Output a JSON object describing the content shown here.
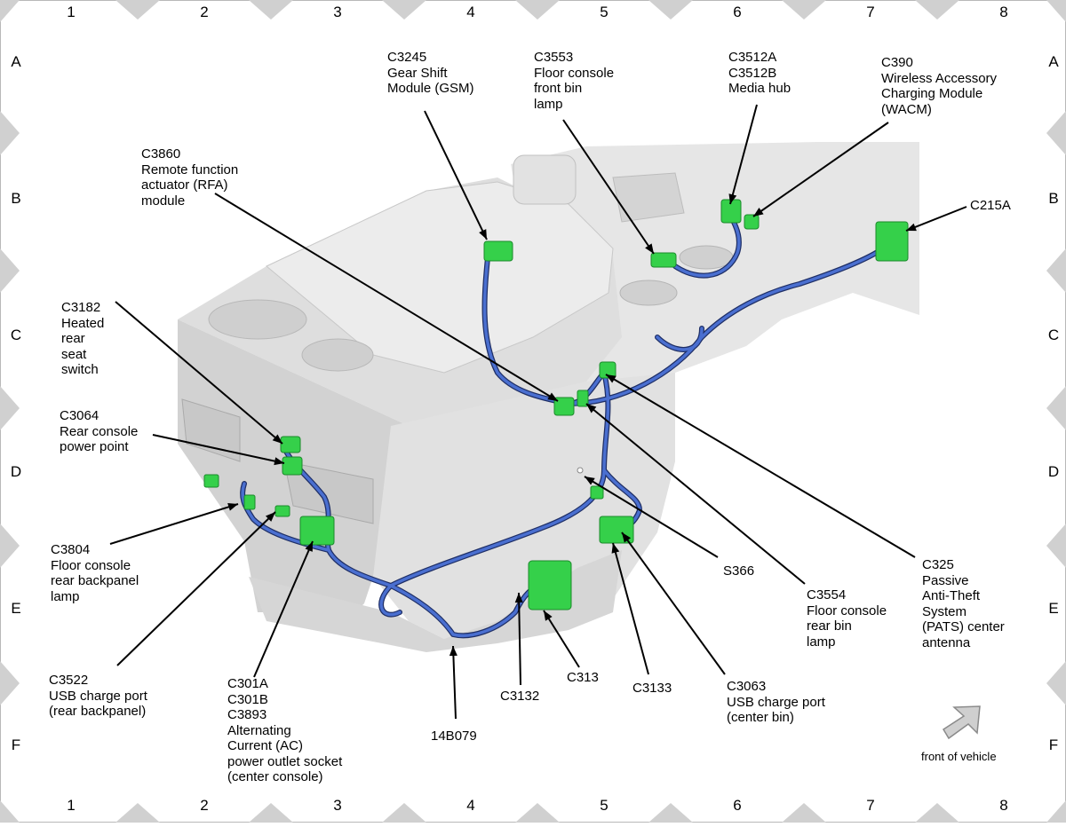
{
  "grid": {
    "columns": [
      "1",
      "2",
      "3",
      "4",
      "5",
      "6",
      "7",
      "8"
    ],
    "rows": [
      "A",
      "B",
      "C",
      "D",
      "E",
      "F"
    ]
  },
  "colors": {
    "harness": "#4a6fd0",
    "harness_dark": "#1f2f66",
    "connector": "#35d04a",
    "connector_edge": "#1b8a2b",
    "console": "#d8d8d8",
    "border_marker": "#d0d0d0"
  },
  "labels": {
    "c3245": "C3245\nGear Shift\nModule (GSM)",
    "c3553": "C3553\nFloor console\nfront bin\nlamp",
    "c3512": "C3512A\nC3512B\nMedia hub",
    "c390": "C390\nWireless Accessory\nCharging Module\n(WACM)",
    "c3860": "C3860\nRemote function\nactuator (RFA)\nmodule",
    "c215a": "C215A",
    "c3182": "C3182\nHeated\nrear\nseat\nswitch",
    "c3064": "C3064\nRear console\npower point",
    "c3804": "C3804\nFloor console\nrear backpanel\nlamp",
    "c3522": "C3522\nUSB charge port\n(rear backpanel)",
    "c301": "C301A\nC301B\nC3893\nAlternating\nCurrent (AC)\npower outlet socket\n(center console)",
    "b14b079": "14B079",
    "c3132": "C3132",
    "c313": "C313",
    "c3133": "C3133",
    "c3063": "C3063\nUSB charge port\n(center bin)",
    "s366": "S366",
    "c3554": "C3554\nFloor console\nrear bin\nlamp",
    "c325": "C325\nPassive\nAnti-Theft\nSystem\n(PATS) center\nantenna",
    "front_of_vehicle": "front of vehicle"
  },
  "icons": {
    "front_arrow": "arrow-up-right-icon"
  }
}
